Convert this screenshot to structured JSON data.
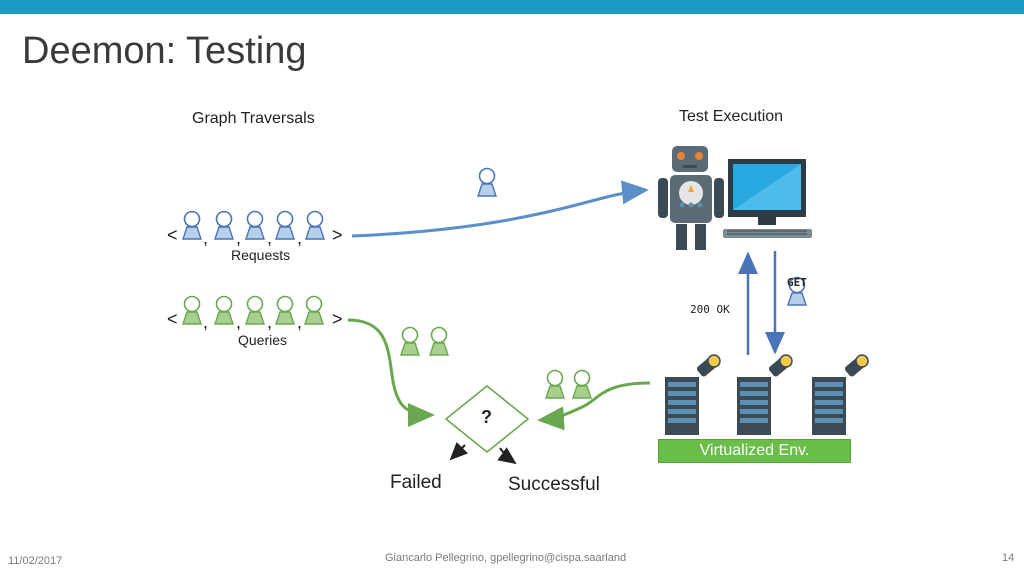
{
  "slide": {
    "title": "Deemon: Testing",
    "footer": {
      "date": "11/02/2017",
      "author": "Giancarlo Pellegrino, gpellegrino@cispa.saarland",
      "page_number": "14"
    }
  },
  "diagram": {
    "graph_traversals_label": "Graph Traversals",
    "test_execution_label": "Test Execution",
    "requests_label": "Requests",
    "queries_label": "Queries",
    "bracket_open": "<",
    "bracket_close": ">",
    "separator": ",",
    "get_label": "GET",
    "ok_label": "200 OK",
    "decision_label": "?",
    "failed_label": "Failed",
    "successful_label": "Successful",
    "env_label": "Virtualized Env."
  },
  "colors": {
    "accent_bar": "#1b9bc4",
    "request_blue": "#5b8fc9",
    "query_green": "#6aa84f",
    "env_green": "#6bbd4a"
  }
}
